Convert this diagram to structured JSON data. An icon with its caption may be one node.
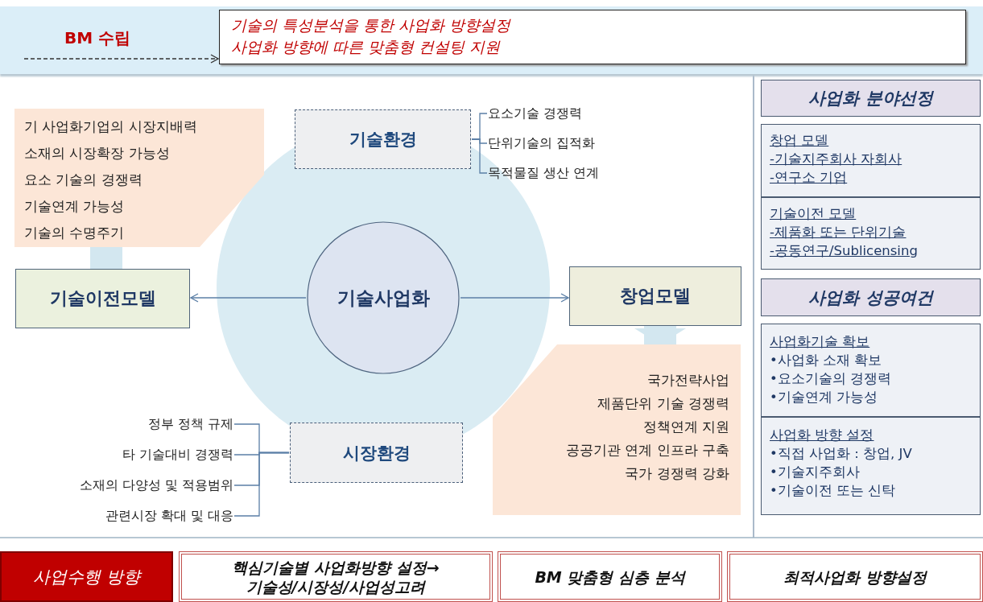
{
  "diagram": {
    "nodes": [
      {
        "text": [
          "BM 수립"
        ]
      },
      {
        "text": [
          "기술의 특성분석을 통한 사업화 방향설정",
          "사업화 방향에 따른 맞춤형 컨설팅 지원"
        ],
        "in": 0
      },
      {
        "text": [
          "기술환경"
        ]
      },
      {
        "text": [
          "요소기술 경쟁력"
        ]
      },
      {
        "text": [
          "단위기술의 집적화"
        ]
      },
      {
        "text": [
          "목적물질 생산 연계"
        ]
      },
      {
        "text": [],
        "shape": "circle"
      },
      {
        "text": [
          "기술사업화"
        ],
        "in": 6
      },
      {
        "text": [
          "기술이전모델"
        ]
      },
      {
        "text": [
          "창업모델"
        ]
      },
      {
        "text": [
          "기 사업화기업의 시장지배력",
          "소재의 시장확장 가능성",
          "요소 기술의 경쟁력",
          "기술연계 가능성",
          "기술의 수명주기"
        ]
      },
      {
        "text": [
          "국가전략사업",
          "제품단위 기술 경쟁력",
          "정책연계 지원",
          "공공기관 연계 인프라 구축",
          "국가 경쟁력 강화"
        ]
      },
      {
        "text": [
          "시장환경"
        ]
      },
      {
        "text": [
          "정부 정책 규제"
        ]
      },
      {
        "text": [
          "타 기술대비 경쟁력"
        ]
      },
      {
        "text": [
          "소재의 다양성 및 적용범위"
        ]
      },
      {
        "text": [
          "관련시장 확대 및 대응"
        ]
      },
      {
        "text": [
          "사업화 분야선정"
        ]
      },
      {
        "text": [
          "창업 모델",
          "-기술지주회사 자회사",
          "-연구소 기업"
        ]
      },
      {
        "text": [
          "기술이전 모델",
          "-제품화 또는 단위기술",
          "-공동연구/Sublicensing"
        ]
      },
      {
        "text": [
          "사업화 성공여건"
        ]
      },
      {
        "text": [
          "사업화기술 확보",
          "•사업화 소재 확보",
          "•요소기술의 경쟁력",
          "•기술연계 가능성"
        ]
      },
      {
        "text": [
          "사업화 방향 설정",
          "•직접 사업화 : 창업, JV",
          "•기술지주회사",
          "•기술이전 또는 신탁"
        ]
      },
      {
        "text": [
          "사업수행 방향"
        ]
      },
      {
        "text": [
          "핵심기술별 사업화방향 설정→ 기술성/시장성/사업성고려"
        ]
      },
      {
        "text": [
          "BM 맞춤형 심층 분석"
        ]
      },
      {
        "text": [
          "최적사업화 방향설정"
        ]
      }
    ],
    "edges": [
      {
        "from": null,
        "to": 1,
        "arrow": "to",
        "style": "dashed",
        "color": "#333333"
      },
      {
        "from": 7,
        "to": 8,
        "arrow": "to"
      },
      {
        "from": 7,
        "to": 9,
        "arrow": "to"
      },
      {
        "from": 2,
        "to": 3,
        "arrow": "none"
      },
      {
        "from": 2,
        "to": 4,
        "arrow": "none"
      },
      {
        "from": 2,
        "to": 5,
        "arrow": "none"
      },
      {
        "from": 12,
        "to": 13,
        "arrow": "none"
      },
      {
        "from": 12,
        "to": 14,
        "arrow": "none"
      },
      {
        "from": 12,
        "to": 15,
        "arrow": "none"
      },
      {
        "from": 12,
        "to": 16,
        "arrow": "none"
      },
      {
        "from": 8,
        "to": 10,
        "arrow": "none",
        "style": "thick",
        "color": "#d3e7f0"
      },
      {
        "from": 9,
        "to": 11,
        "arrow": "to",
        "style": "thick",
        "color": "#d3e7f0"
      }
    ]
  }
}
